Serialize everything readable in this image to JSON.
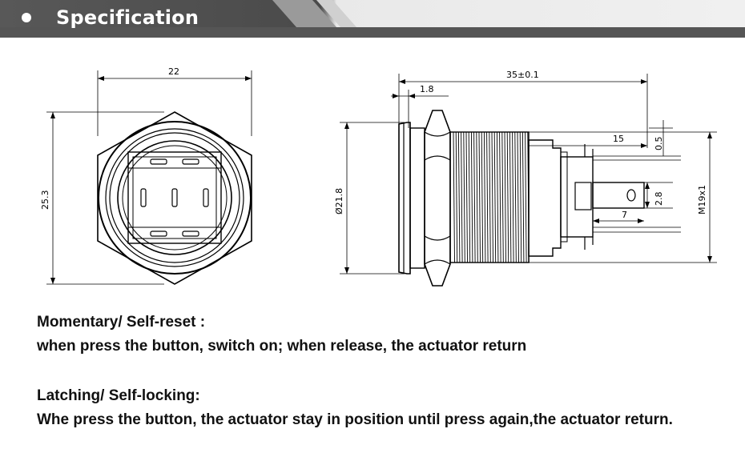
{
  "header": {
    "title": "Specification",
    "bullet_icon": "bullet-dot-icon"
  },
  "front_view": {
    "width_label": "22",
    "height_label": "25.3"
  },
  "side_view": {
    "length_label": "35±0.1",
    "flange_label": "1.8",
    "diameter_label": "Ø21.8",
    "body_label": "15",
    "terminal_top_label": "0.5",
    "terminal_pitch_label": "2.8",
    "terminal_len_label": "7",
    "thread_label": "M19x1"
  },
  "descriptions": {
    "momentary_title": "Momentary/ Self-reset :",
    "momentary_text": "when press the button, switch on; when release, the actuator return",
    "latching_title": "Latching/ Self-locking:",
    "latching_text": "Whe press the button, the actuator stay in position until press again,the actuator return."
  }
}
